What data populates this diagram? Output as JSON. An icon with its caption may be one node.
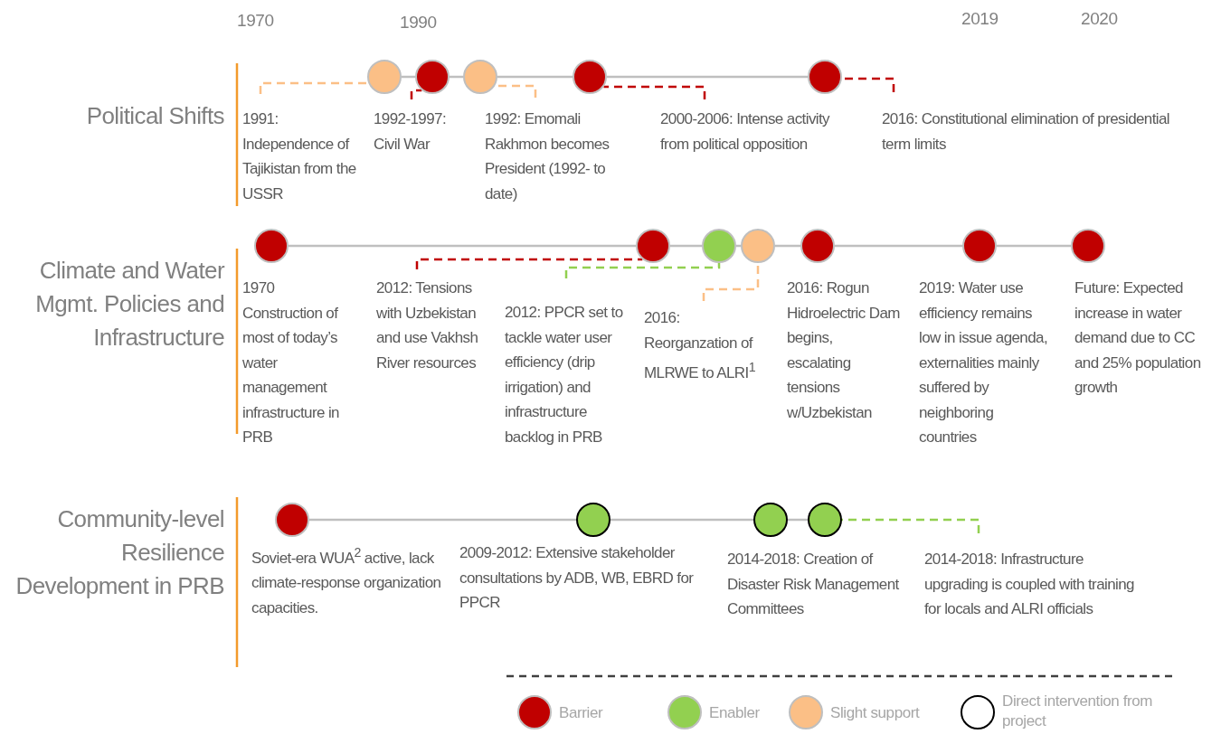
{
  "diagram": {
    "nodes": [
      {
        "text": [],
        "shape": "circle"
      },
      {
        "text": [],
        "shape": "circle"
      },
      {
        "text": [],
        "shape": "circle"
      },
      {
        "text": [],
        "shape": "circle"
      },
      {
        "text": [],
        "shape": "circle"
      },
      {
        "text": [
          "1991: Independence of Tajikistan from the USSR"
        ]
      },
      {
        "text": [
          "1992-1997: Civil War"
        ]
      },
      {
        "text": [
          "1992: Emomali Rakhmon becomes President (1992- to date)"
        ]
      },
      {
        "text": [
          "2000-2006: Intense activity from political opposition"
        ]
      },
      {
        "text": [
          "2016: Constitutional elimination of presidential term limits"
        ]
      },
      {
        "text": [],
        "shape": "circle",
        "beside": [
          "1970 Construction of most of today’s water management infrastructure in PRB"
        ]
      },
      {
        "text": [],
        "shape": "circle"
      },
      {
        "text": [],
        "shape": "circle"
      },
      {
        "text": [],
        "shape": "circle"
      },
      {
        "text": [],
        "shape": "circle",
        "beside": [
          "2016: Rogun Hidroelectric Dam begins, escalating tensions w/Uzbekistan"
        ]
      },
      {
        "text": [],
        "shape": "circle",
        "beside": [
          "2019: Water use efficiency remains low in issue agenda, externalities mainly suffered by neighboring countries"
        ]
      },
      {
        "text": [],
        "shape": "circle",
        "beside": [
          "Future: Expected increase in water demand due to CC and 25% population growth"
        ]
      },
      {
        "text": [
          "2012: Tensions with Uzbekistan and use Vakhsh River resources"
        ]
      },
      {
        "text": [
          "2012: PPCR set to tackle water user efficiency (drip irrigation) and infrastructure backlog in PRB"
        ]
      },
      {
        "text": [
          "2016: Reorganzation of MLRWE to ALRI$^{1}$"
        ]
      },
      {
        "text": [],
        "shape": "circle",
        "beside": [
          "Soviet-era WUA$^{2}$ active, lack climate-response organization capacities."
        ]
      },
      {
        "text": [],
        "shape": "circle",
        "beside": [
          "2009-2012: Extensive stakeholder consultations by ADB, WB, EBRD for PPCR"
        ]
      },
      {
        "text": [],
        "shape": "circle",
        "beside": [
          "2014-2018: Creation of Disaster Risk Management Committees"
        ]
      },
      {
        "text": [],
        "shape": "circle"
      },
      {
        "text": [
          "2014-2018: Infrastructure upgrading is coupled with training for locals and ALRI officials"
        ]
      }
    ],
    "edges": [
      {
        "from": 0,
        "to": 1,
        "arrow": "none"
      },
      {
        "from": 1,
        "to": 2,
        "arrow": "none"
      },
      {
        "from": 2,
        "to": 3,
        "arrow": "none"
      },
      {
        "from": 3,
        "to": 4,
        "arrow": "none"
      },
      {
        "from": 5,
        "to": 0,
        "arrow": "none",
        "style": "dashed",
        "color": "#fbbf86"
      },
      {
        "from": 6,
        "to": 1,
        "arrow": "none",
        "style": "dashed",
        "color": "#c00000"
      },
      {
        "from": 7,
        "to": 2,
        "arrow": "none",
        "style": "dashed",
        "color": "#fbbf86"
      },
      {
        "from": 8,
        "to": 3,
        "arrow": "none",
        "style": "dashed",
        "color": "#c00000"
      },
      {
        "from": 9,
        "to": 4,
        "arrow": "none",
        "style": "dashed",
        "color": "#c00000"
      },
      {
        "from": 10,
        "to": 11,
        "arrow": "none"
      },
      {
        "from": 11,
        "to": 12,
        "arrow": "none"
      },
      {
        "from": 12,
        "to": 13,
        "arrow": "none"
      },
      {
        "from": 13,
        "to": 14,
        "arrow": "none"
      },
      {
        "from": 14,
        "to": 15,
        "arrow": "none"
      },
      {
        "from": 15,
        "to": 16,
        "arrow": "none"
      },
      {
        "from": 17,
        "to": 11,
        "arrow": "none",
        "style": "dashed",
        "color": "#c00000"
      },
      {
        "from": 18,
        "to": 12,
        "arrow": "none",
        "style": "dashed",
        "color": "#92d050"
      },
      {
        "from": 19,
        "to": 13,
        "arrow": "none",
        "style": "dashed",
        "color": "#fbbf86"
      },
      {
        "from": 20,
        "to": 21,
        "arrow": "none"
      },
      {
        "from": 21,
        "to": 22,
        "arrow": "none"
      },
      {
        "from": 22,
        "to": 23,
        "arrow": "none"
      },
      {
        "from": 24,
        "to": 23,
        "arrow": "none",
        "style": "dashed",
        "color": "#92d050"
      }
    ],
    "labels": [
      "1970",
      "1990",
      "2019",
      "2020",
      "Political Shifts",
      "Climate and Water Mgmt. Policies and Infrastructure",
      "Community-level Resilience Development in PRB"
    ],
    "legend": [
      {
        "text": "Barrier",
        "color": "#c00000"
      },
      {
        "text": "Enabler",
        "color": "#92d050"
      },
      {
        "text": "Slight support",
        "color": "#fbbf86"
      },
      {
        "text": "Direct intervention from project"
      }
    ]
  }
}
